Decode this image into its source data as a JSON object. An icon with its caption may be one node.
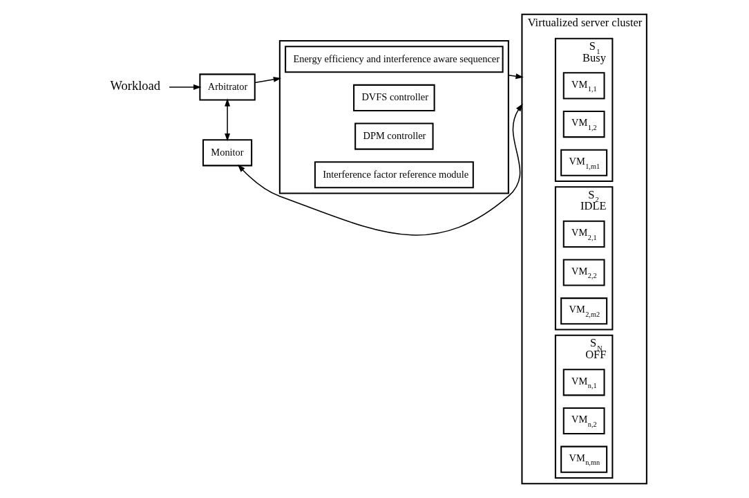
{
  "diagram": {
    "nodes": [
      {
        "text": [
          "Workload"
        ]
      },
      {
        "text": [
          "Arbitrator"
        ]
      },
      {
        "text": [],
        "shape": "box"
      },
      {
        "text": [
          "Energy efficiency and interference aware sequencer"
        ],
        "in": 2
      },
      {
        "text": [
          "DVFS controller"
        ],
        "in": 2
      },
      {
        "text": [
          "DPM controller"
        ],
        "in": 2
      },
      {
        "text": [
          "Interference factor reference module"
        ],
        "in": 2
      },
      {
        "text": [
          "Virtualized server cluster"
        ]
      },
      {
        "text": [
          "S$_{1}$",
          "Busy"
        ],
        "in": 7
      },
      {
        "text": [
          "VM$_{1,1}$"
        ],
        "in": 8
      },
      {
        "text": [
          "VM$_{1,2}$"
        ],
        "in": 8
      },
      {
        "text": [
          "VM$_{1,m1}$"
        ],
        "in": 8
      },
      {
        "text": [
          "S$_{2}$",
          "IDLE"
        ],
        "in": 7
      },
      {
        "text": [
          "VM$_{2,1}$"
        ],
        "in": 12
      },
      {
        "text": [
          "VM$_{2,2}$"
        ],
        "in": 12
      },
      {
        "text": [
          "VM$_{2,m2}$"
        ],
        "in": 12
      },
      {
        "text": [
          "S$_{N}$",
          "OFF"
        ],
        "in": 7
      },
      {
        "text": [
          "VM$_{n,1}$"
        ],
        "in": 16
      },
      {
        "text": [
          "VM$_{n,2}$"
        ],
        "in": 16
      },
      {
        "text": [
          "VM$_{n,mn}$"
        ],
        "in": 16
      },
      {
        "text": [
          "Monitor"
        ]
      }
    ],
    "edges": [
      {
        "from": 0,
        "to": 1,
        "arrow": "to"
      },
      {
        "from": 1,
        "to": 2,
        "arrow": "to"
      },
      {
        "from": 2,
        "to": 7,
        "arrow": "to"
      },
      {
        "from": 1,
        "to": 20,
        "arrow": "both"
      },
      {
        "from": 20,
        "to": 7,
        "arrow": "both"
      }
    ]
  }
}
